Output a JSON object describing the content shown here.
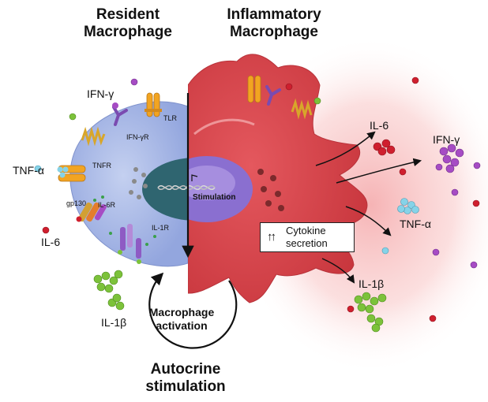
{
  "headers": {
    "resident_line1": "Resident",
    "resident_line2": "Macrophage",
    "inflammatory_line1": "Inflammatory",
    "inflammatory_line2": "Macrophage"
  },
  "left_labels": {
    "ifn_gamma": "IFN-γ",
    "tlr": "TLR",
    "ifn_gamma_r": "IFN-γR",
    "tnf_alpha": "TNF-α",
    "tnfr": "TNFR",
    "gp130": "gp130",
    "il6r": "IL-6R",
    "il6": "IL-6",
    "il1r": "IL-1R",
    "il1b": "IL-1β"
  },
  "nucleus_label": "Stimulation",
  "cytokine_box": {
    "arrows": "↑↑",
    "line1": "Cytokine",
    "line2": "secretion"
  },
  "right_labels": {
    "il6": "IL-6",
    "ifn_gamma": "IFN-γ",
    "tnf_alpha": "TNF-α",
    "il1b": "IL-1β"
  },
  "activation": {
    "line1": "Macrophage",
    "line2": "activation"
  },
  "autocrine": {
    "line1": "Autocrine",
    "line2": "stimulation"
  },
  "colors": {
    "resident_cell": "#a9b9e6",
    "inflammatory_cell": "#d8454c",
    "nucleus_left": "#2f6570",
    "nucleus_right": "#8a6fd0",
    "il6_dot": "#cf1f2e",
    "ifn_dot": "#a64cc4",
    "tnf_dot": "#86d3e8",
    "il1b_dot": "#7cc23a"
  }
}
